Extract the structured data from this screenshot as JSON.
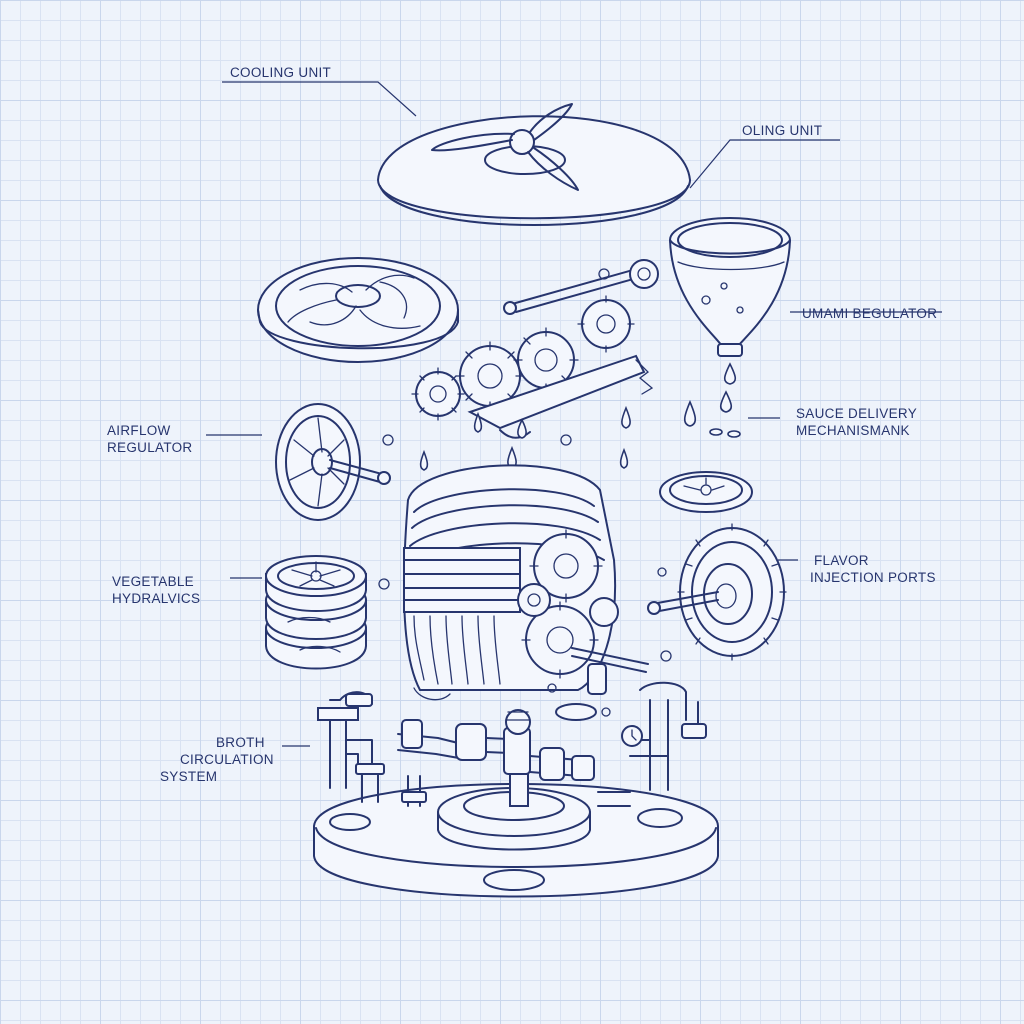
{
  "labels": {
    "cooling_unit_top": "COOLING UNIT",
    "cooling_unit_right": "OLING UNIT",
    "umami_regulator": "UMAMI BEGULATOR",
    "airflow_regulator": [
      "AIRFLOW",
      "REGULATOR"
    ],
    "sauce_delivery": [
      "SAUCE DELIVERY",
      "MECHANISMANK"
    ],
    "vegetable_hydraulics": [
      "VEGETABLE",
      "HYDRALVICS"
    ],
    "flavor_injection": [
      "FLAVOR",
      "INJECTION PORTS"
    ],
    "broth_circulation": [
      "BROTH",
      "CIRCULATION",
      "SYSTEM"
    ]
  },
  "colors": {
    "ink": "#27356e",
    "paper": "#eef3fb",
    "grid": "#c9d6ec"
  }
}
